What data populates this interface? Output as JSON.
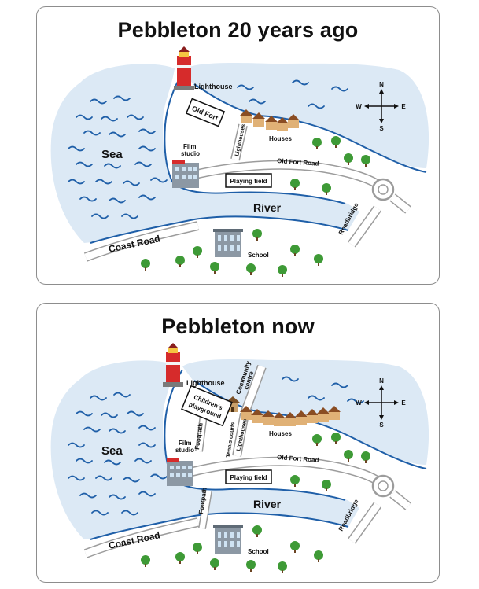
{
  "colors": {
    "sea": "#dce9f5",
    "coast": "#1f5fa8",
    "wave": "#1f5fa8",
    "road_edge": "#9c9c9c",
    "tree": "#3e9a36",
    "lighthouse": "#d62b2b",
    "house": "#c98b4a",
    "building": "#7f8c99"
  },
  "maps": [
    {
      "title": "Pebbleton 20 years ago",
      "labels": {
        "lighthouse": "Lighthouse",
        "old_fort": "Old Fort",
        "houses": "Houses",
        "film_studio_1": "Film",
        "film_studio_2": "studio",
        "sea": "Sea",
        "lighthouses_road": "Lighthouses",
        "old_fort_road": "Old Fort Road",
        "playing_field": "Playing field",
        "river": "River",
        "roadbridge": "Roadbridge",
        "coast_road": "Coast Road",
        "school": "School"
      },
      "compass": {
        "n": "N",
        "s": "S",
        "e": "E",
        "w": "W"
      },
      "house_count": 5
    },
    {
      "title": "Pebbleton now",
      "labels": {
        "lighthouse": "Lighthouse",
        "community_1": "Community",
        "community_2": "centre",
        "childrens_1": "Children's",
        "childrens_2": "playground",
        "houses": "Houses",
        "film_studio_1": "Film",
        "film_studio_2": "studio",
        "sea": "Sea",
        "footpath_upper": "Footpath",
        "footpath_lower": "Footpath",
        "tennis_courts": "Tennis courts",
        "lighthouses_road": "Lighthouses",
        "old_fort_road": "Old Fort Road",
        "playing_field": "Playing field",
        "river": "River",
        "roadbridge": "Roadbridge",
        "coast_road": "Coast Road",
        "school": "School"
      },
      "compass": {
        "n": "N",
        "s": "S",
        "e": "E",
        "w": "W"
      },
      "house_count": 9
    }
  ]
}
